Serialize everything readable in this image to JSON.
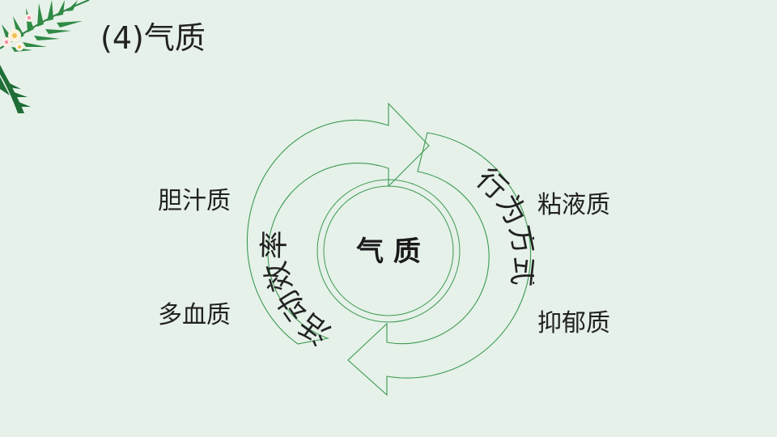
{
  "slide": {
    "title": "(4)气质"
  },
  "diagram": {
    "center_label": "气 质",
    "left_arc_label": "活动效率",
    "right_arc_label": "行为方式",
    "types": {
      "top_left": "胆汁质",
      "bottom_left": "多血质",
      "top_right": "粘液质",
      "bottom_right": "抑郁质"
    }
  },
  "colors": {
    "background": "#e6f1e9",
    "line": "#3c9a52",
    "leaf_dark": "#1f7a3a",
    "leaf_light": "#58a861"
  }
}
